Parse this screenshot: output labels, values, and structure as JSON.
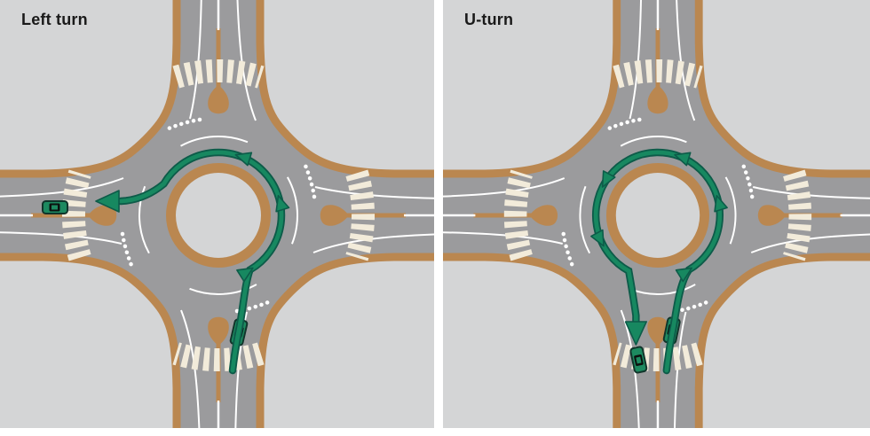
{
  "figure": {
    "type": "roundabout maneuver comparison diagram",
    "panels": [
      {
        "title": "Left turn",
        "maneuver": "left-turn",
        "route": {
          "entry": "from bottom (south) approach, right-hand entry lane",
          "direction": "counterclockwise around the central island",
          "exit": "left (west) road"
        },
        "vehicles": [
          "entering car on south approach",
          "exiting car on west road"
        ]
      },
      {
        "title": "U-turn",
        "maneuver": "u-turn",
        "route": {
          "entry": "from bottom (south) approach, right-hand entry lane",
          "direction": "full counterclockwise loop around the central island",
          "exit": "back down the south road"
        },
        "vehicles": [
          "entering car on south approach",
          "exiting car on south road"
        ]
      }
    ],
    "colors": {
      "frame": "#ffffff",
      "bg": "#d4d5d6",
      "road": "#9b9b9d",
      "brown": "#ba8750",
      "cream": "#f2ebda",
      "white": "#ffffff",
      "teal": "#178860",
      "teal-dark": "#0d5b49",
      "car-green": "#1d8a60",
      "car-dark": "#11352b",
      "car-window": "#0c120f",
      "title": "#1a1a1a"
    }
  }
}
